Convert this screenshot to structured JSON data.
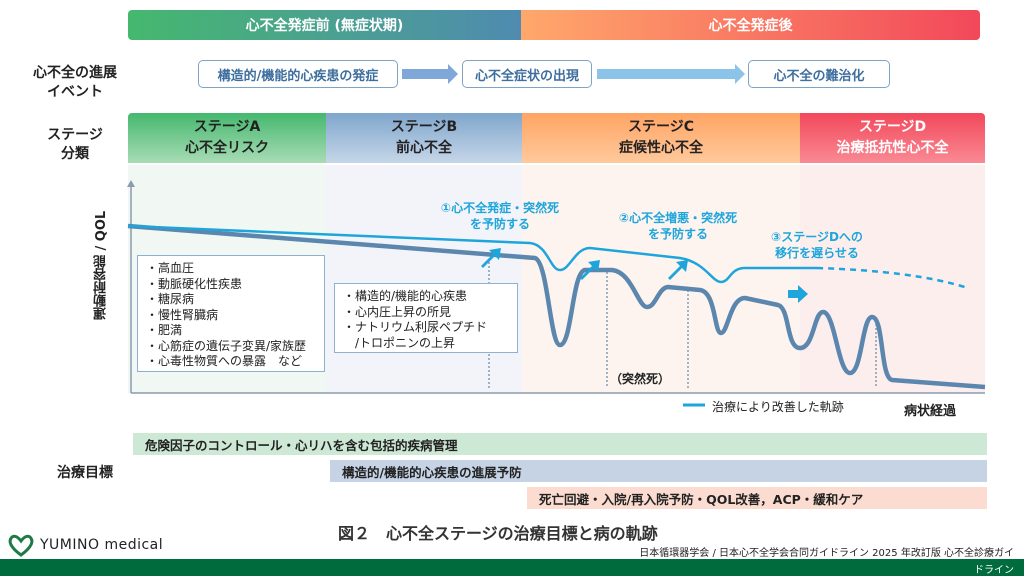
{
  "phases": {
    "pre": "心不全発症前 (無症状期)",
    "post": "心不全発症後"
  },
  "labels": {
    "events": [
      "心不全の進展",
      "イベント"
    ],
    "stage": [
      "ステージ",
      "分類"
    ],
    "goals": "治療目標",
    "yaxis": "運動耐容能 / QOL",
    "xaxis": "病状経過"
  },
  "events": [
    "構造的/機能的心疾患の発症",
    "心不全症状の出現",
    "心不全の難治化"
  ],
  "stages": [
    {
      "name": "ステージA",
      "desc": "心不全リスク"
    },
    {
      "name": "ステージB",
      "desc": "前心不全"
    },
    {
      "name": "ステージC",
      "desc": "症候性心不全"
    },
    {
      "name": "ステージD",
      "desc": "治療抵抗性心不全"
    }
  ],
  "risk_factors": [
    "・高血圧",
    "・動脈硬化性疾患",
    "・糖尿病",
    "・慢性腎臓病",
    "・肥満",
    "・心筋症の遺伝子変異/家族歴",
    "・心毒性物質への暴露　など"
  ],
  "stage_b_findings": [
    "・構造的/機能的心疾患",
    "・心内圧上昇の所見",
    "・ナトリウム利尿ペプチド",
    "　/トロポニンの上昇"
  ],
  "annotations": [
    [
      "①心不全発症・突然死",
      "を予防する"
    ],
    [
      "②心不全増悪・突然死",
      "を予防する"
    ],
    [
      "③ステージDへの",
      "移行を遅らせる"
    ]
  ],
  "sudden_death": "（突然死）",
  "legend": "治療により改善した軌跡",
  "goals": [
    "危険因子のコントロール・心リハを含む包括的疾病管理",
    "構造的/機能的心疾患の進展予防",
    "死亡回避・入院/再入院予防・QOL改善，ACP・緩和ケア"
  ],
  "figure_title": "図２　心不全ステージの治療目標と病の軌跡",
  "source": [
    "日本循環器学会 / 日本心不全学会合同ガイドライン 2025 年改訂版 心不全診療ガイ",
    "ドライン"
  ],
  "logo": "YUMINO medical",
  "colors": {
    "trajectory": "#5b86ad",
    "improved": "#1ea5dc",
    "footer": "#006b3c"
  }
}
